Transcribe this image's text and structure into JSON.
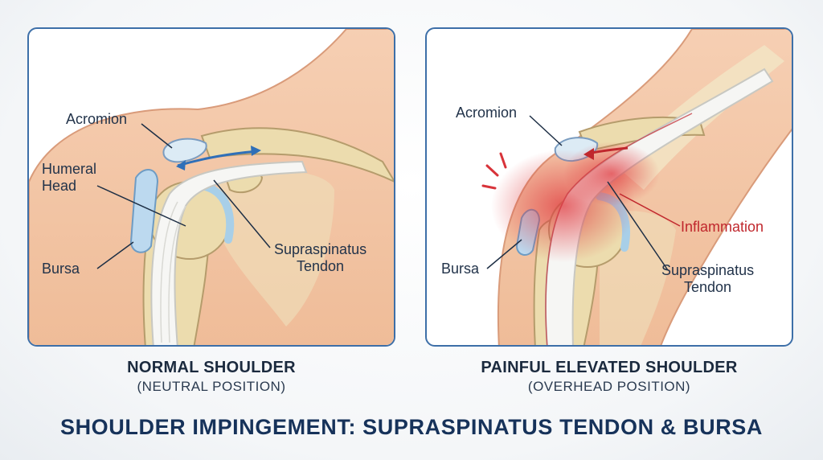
{
  "left_panel": {
    "labels": {
      "acromion": "Acromion",
      "humeral_head": "Humeral\nHead",
      "bursa": "Bursa",
      "supraspinatus": "Supraspinatus\nTendon"
    },
    "caption_title": "NORMAL SHOULDER",
    "caption_sub": "(NEUTRAL POSITION)"
  },
  "right_panel": {
    "labels": {
      "acromion": "Acromion",
      "inflammation": "Inflammation",
      "bursa": "Bursa",
      "supraspinatus": "Supraspinatus\nTendon"
    },
    "caption_title": "PAINFUL ELEVATED SHOULDER",
    "caption_sub": "(OVERHEAD POSITION)"
  },
  "title": "SHOULDER IMPINGEMENT: SUPRASPINATUS TENDON & BURSA",
  "colors": {
    "frame": "#3d6fa8",
    "skin": "#f3c6a6",
    "bone": "#ecdcae",
    "bursa": "#bcd9ef",
    "tendon": "#f6f6f4",
    "inflammation": "#d8333a",
    "title": "#16325a"
  }
}
